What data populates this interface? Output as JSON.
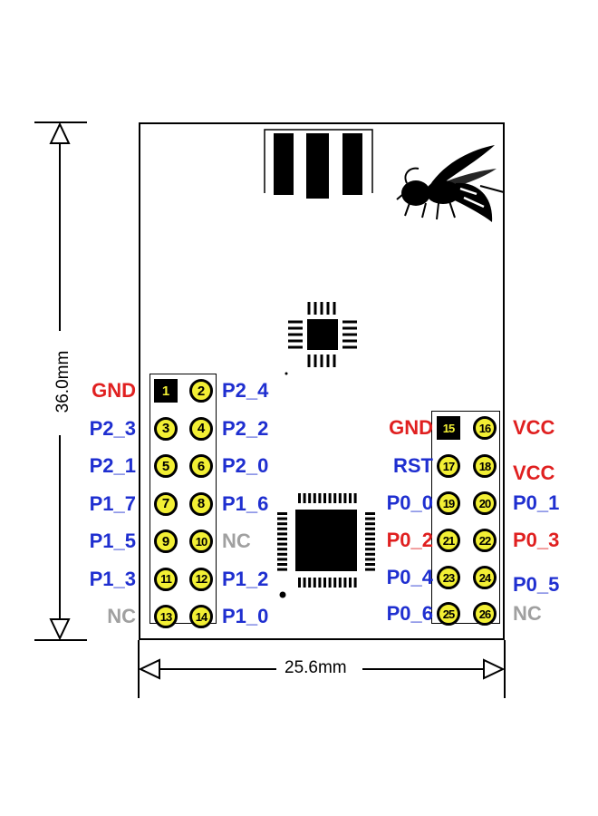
{
  "dimensions": {
    "height_label": "36.0mm",
    "width_label": "25.6mm"
  },
  "colors": {
    "power": "#e02020",
    "io": "#1f2fd0",
    "nc": "#a0a0a0",
    "pin_fill": "#f2ef34"
  },
  "logo_icon": "wasp-icon",
  "left_header": {
    "pins": [
      {
        "num": "1",
        "label": "GND",
        "kind": "power",
        "square": true
      },
      {
        "num": "2",
        "label": "P2_4",
        "kind": "io"
      },
      {
        "num": "3",
        "label": "P2_3",
        "kind": "io"
      },
      {
        "num": "4",
        "label": "P2_2",
        "kind": "io"
      },
      {
        "num": "5",
        "label": "P2_1",
        "kind": "io"
      },
      {
        "num": "6",
        "label": "P2_0",
        "kind": "io"
      },
      {
        "num": "7",
        "label": "P1_7",
        "kind": "io"
      },
      {
        "num": "8",
        "label": "P1_6",
        "kind": "io"
      },
      {
        "num": "9",
        "label": "P1_5",
        "kind": "io"
      },
      {
        "num": "10",
        "label": "NC",
        "kind": "nc"
      },
      {
        "num": "11",
        "label": "P1_3",
        "kind": "io"
      },
      {
        "num": "12",
        "label": "P1_2",
        "kind": "io"
      },
      {
        "num": "13",
        "label": "NC",
        "kind": "nc"
      },
      {
        "num": "14",
        "label": "P1_0",
        "kind": "io"
      }
    ]
  },
  "right_header": {
    "pins": [
      {
        "num": "15",
        "label": "GND",
        "kind": "power",
        "square": true
      },
      {
        "num": "16",
        "label": "VCC",
        "kind": "power"
      },
      {
        "num": "17",
        "label": "RST",
        "kind": "io"
      },
      {
        "num": "18",
        "label": "VCC",
        "kind": "power"
      },
      {
        "num": "19",
        "label": "P0_0",
        "kind": "io"
      },
      {
        "num": "20",
        "label": "P0_1",
        "kind": "io"
      },
      {
        "num": "21",
        "label": "P0_2",
        "kind": "power"
      },
      {
        "num": "22",
        "label": "P0_3",
        "kind": "power"
      },
      {
        "num": "23",
        "label": "P0_4",
        "kind": "io"
      },
      {
        "num": "24",
        "label": "P0_5",
        "kind": "io"
      },
      {
        "num": "25",
        "label": "P0_6",
        "kind": "io"
      },
      {
        "num": "26",
        "label": "NC",
        "kind": "nc"
      }
    ]
  }
}
